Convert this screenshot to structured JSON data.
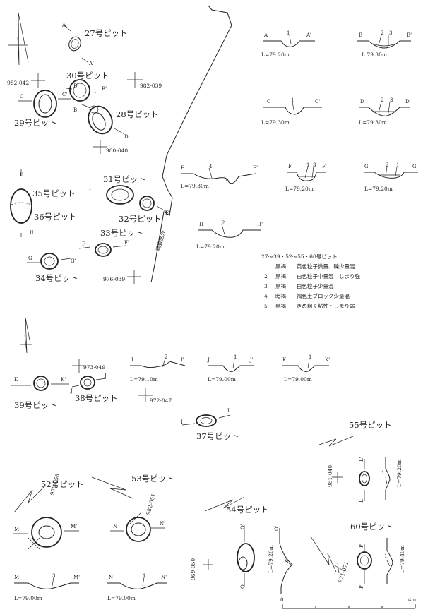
{
  "pits": {
    "p27": "27号ピット",
    "p30": "30号ピット",
    "p28": "28号ピット",
    "p29": "29号ピット",
    "p35": "35号ピット",
    "p36": "36号ピット",
    "p31": "31号ピット",
    "p32": "32号ピット",
    "p33": "33号ピット",
    "p34": "34号ピット",
    "p39": "39号ピット",
    "p38": "38号ピット",
    "p37": "37号ピット",
    "p52": "52号ピット",
    "p53": "53号ピット",
    "p54": "54号ピット",
    "p55": "55号ピット",
    "p60": "60号ピット"
  },
  "coords": {
    "c982_042": "982-042",
    "c982_039": "982-039",
    "c980_040": "980-040",
    "c976_039": "976-039",
    "c973_049": "973-049",
    "c972_047": "972-047",
    "c979_056": "979-056",
    "c982_051": "982-051",
    "c981_040": "981-040",
    "c969_050": "969-050",
    "c971_071": "971-071"
  },
  "boundary_label": "調査区外",
  "sections": {
    "A": "A",
    "A2": "A'",
    "B": "B",
    "B2": "B'",
    "C": "C",
    "C2": "C'",
    "D": "D",
    "D2": "D'",
    "E": "E",
    "E2": "E'",
    "F": "F",
    "F2": "F'",
    "G": "G",
    "G2": "G'",
    "H": "H",
    "H2": "H'",
    "I": "I",
    "I2": "I'",
    "J": "J",
    "J2": "J'",
    "K": "K",
    "K2": "K'",
    "L": "L",
    "L2": "L'",
    "M": "M",
    "M2": "M'",
    "N": "N",
    "N2": "N'",
    "O": "O",
    "O2": "O'",
    "P": "P",
    "P2": "P'"
  },
  "levels": {
    "A": "L=79.20m",
    "B": "L 79.30m",
    "C": "L=79.30m",
    "D": "L=79.30m",
    "E": "L=79.30m",
    "F": "L=79.20m",
    "G": "L=79.20m",
    "H": "L=79.20m",
    "I": "L=79.10m",
    "J": "L=79.00m",
    "K": "L=79.00m",
    "M": "L=79.00m",
    "N": "L=79.00m",
    "O": "L=79.20m",
    "L": "L=79.20m",
    "P": "L=79.40m"
  },
  "layer_nums": [
    "1",
    "2",
    "3",
    "4",
    "5"
  ],
  "legend": {
    "title": "27～39・52～55・60号ピット",
    "rows": [
      {
        "n": "1",
        "color": "黒褐",
        "desc": "黄色粒子微量、礫少量混"
      },
      {
        "n": "2",
        "color": "黒褐",
        "desc": "白色粒子中量混　しまり強"
      },
      {
        "n": "3",
        "color": "黒褐",
        "desc": "白色粒子少量混"
      },
      {
        "n": "4",
        "color": "暗褐",
        "desc": "褐色土ブロック少量混"
      },
      {
        "n": "5",
        "color": "黒褐",
        "desc": "きめ粗く粘性・しまり弱"
      }
    ]
  },
  "scale": {
    "start": "0",
    "end": "4m"
  }
}
